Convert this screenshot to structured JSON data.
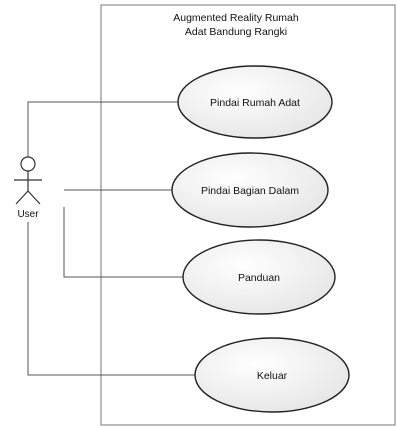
{
  "system": {
    "title_line1": "Augmented Reality Rumah",
    "title_line2": "Adat Bandung Rangki"
  },
  "actor": {
    "label": "User"
  },
  "use_cases": [
    {
      "label": "Pindai Rumah Adat"
    },
    {
      "label": "Pindai Bagian Dalam"
    },
    {
      "label": "Panduan"
    },
    {
      "label": "Keluar"
    }
  ]
}
